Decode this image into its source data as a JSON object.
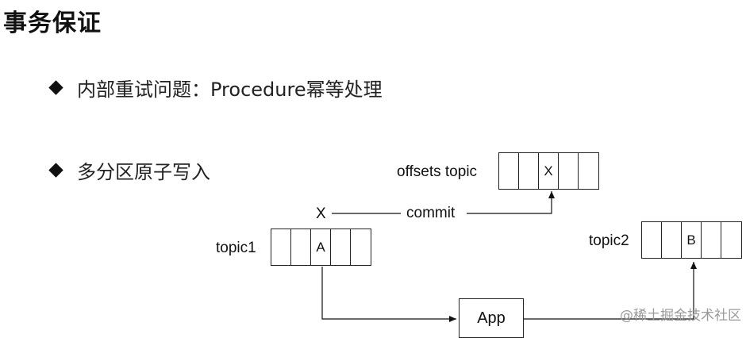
{
  "title": "事务保证",
  "bullets": [
    "内部重试问题：Procedure幂等处理",
    "多分区原子写入"
  ],
  "diagram": {
    "offsets": {
      "label": "offsets topic",
      "cells": [
        "",
        "",
        "X",
        "",
        ""
      ]
    },
    "topic1": {
      "label": "topic1",
      "cells": [
        "",
        "",
        "A",
        "",
        ""
      ]
    },
    "topic2": {
      "label": "topic2",
      "cells": [
        "",
        "",
        "B",
        "",
        ""
      ]
    },
    "commit": {
      "x_marker": "X",
      "label": "commit"
    },
    "app_label": "App"
  },
  "watermark": "@稀土掘金技术社区"
}
